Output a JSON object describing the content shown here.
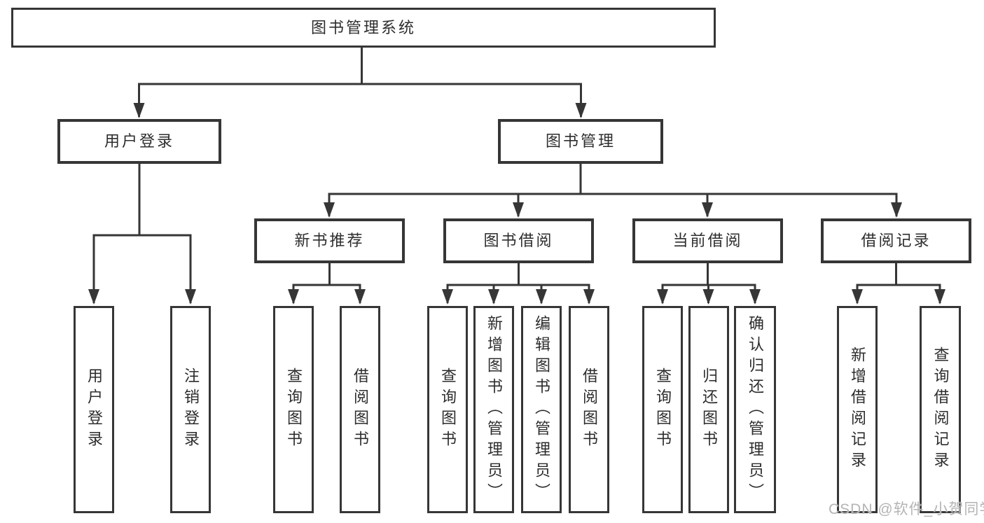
{
  "tree": {
    "label": "图书管理系统",
    "children": [
      {
        "label": "用户登录",
        "children": [
          {
            "label": "用户登录"
          },
          {
            "label": "注销登录"
          }
        ]
      },
      {
        "label": "图书管理",
        "children": [
          {
            "label": "新书推荐",
            "children": [
              {
                "label": "查询图书"
              },
              {
                "label": "借阅图书"
              }
            ]
          },
          {
            "label": "图书借阅",
            "children": [
              {
                "label": "查询图书"
              },
              {
                "label": "新增图书（管理员）"
              },
              {
                "label": "编辑图书（管理员）"
              },
              {
                "label": "借阅图书"
              }
            ]
          },
          {
            "label": "当前借阅",
            "children": [
              {
                "label": "查询图书"
              },
              {
                "label": "归还图书"
              },
              {
                "label": "确认归还（管理员）"
              }
            ]
          },
          {
            "label": "借阅记录",
            "children": [
              {
                "label": "新增借阅记录"
              },
              {
                "label": "查询借阅记录"
              }
            ]
          }
        ]
      }
    ]
  },
  "watermark": {
    "text": "CSDN @软件_小贺同学"
  },
  "colors": {
    "line": "#363636",
    "box_border": "#363636",
    "box_fill": "#ffffff",
    "text": "#2d2d2d",
    "watermark_text": "#b4b4b4",
    "background": "#ffffff"
  }
}
